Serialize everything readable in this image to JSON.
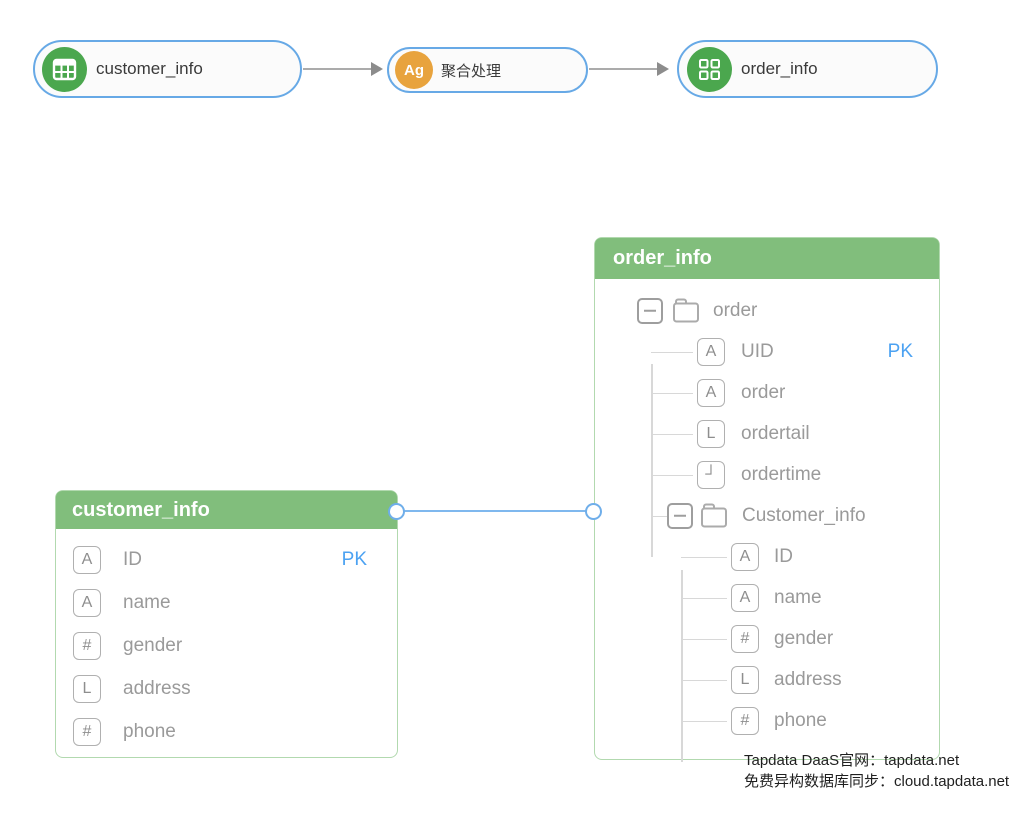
{
  "colors": {
    "node_green": "#4ba74e",
    "node_orange": "#e8a33d",
    "pill_border_blue": "#67a9e6",
    "card_header_green": "#81be7c",
    "card_border_green": "#b2d9af",
    "pk_blue": "#4ca2f2",
    "connection_blue": "#7fb8ee",
    "label_gray": "#9a9a9a"
  },
  "flow": {
    "nodes": [
      {
        "label": "customer_info",
        "icon": "table-icon"
      },
      {
        "label": "聚合处理",
        "icon": "aggregate-icon",
        "icon_text": "Ag"
      },
      {
        "label": "order_info",
        "icon": "grid-icon"
      }
    ]
  },
  "customer_card": {
    "title": "customer_info",
    "fields": [
      {
        "type": "A",
        "icon": "string-type-icon",
        "name": "ID",
        "key": "PK"
      },
      {
        "type": "A",
        "icon": "string-type-icon",
        "name": "name"
      },
      {
        "type": "#",
        "icon": "number-type-icon",
        "name": "gender"
      },
      {
        "type": "L",
        "icon": "array-type-icon",
        "name": "address"
      },
      {
        "type": "#",
        "icon": "number-type-icon",
        "name": "phone"
      }
    ]
  },
  "order_card": {
    "title": "order_info",
    "tree": [
      {
        "kind": "folder",
        "name": "order",
        "level": 0
      },
      {
        "kind": "field",
        "type": "A",
        "icon": "string-type-icon",
        "name": "UID",
        "key": "PK",
        "level": 1
      },
      {
        "kind": "field",
        "type": "A",
        "icon": "string-type-icon",
        "name": "order",
        "level": 1
      },
      {
        "kind": "field",
        "type": "L",
        "icon": "array-type-icon",
        "name": "ordertail",
        "level": 1
      },
      {
        "kind": "field",
        "type": "┘",
        "icon": "datetime-type-icon",
        "name": "ordertime",
        "level": 1
      },
      {
        "kind": "folder",
        "name": "Customer_info",
        "level": 1
      },
      {
        "kind": "field",
        "type": "A",
        "icon": "string-type-icon",
        "name": "ID",
        "level": 2
      },
      {
        "kind": "field",
        "type": "A",
        "icon": "string-type-icon",
        "name": "name",
        "level": 2
      },
      {
        "kind": "field",
        "type": "#",
        "icon": "number-type-icon",
        "name": "gender",
        "level": 2
      },
      {
        "kind": "field",
        "type": "L",
        "icon": "array-type-icon",
        "name": "address",
        "level": 2
      },
      {
        "kind": "field",
        "type": "#",
        "icon": "number-type-icon",
        "name": "phone",
        "level": 2
      }
    ]
  },
  "footer": {
    "line1": "Tapdata DaaS官网：tapdata.net",
    "line2": "免费异构数据库同步：cloud.tapdata.net"
  }
}
